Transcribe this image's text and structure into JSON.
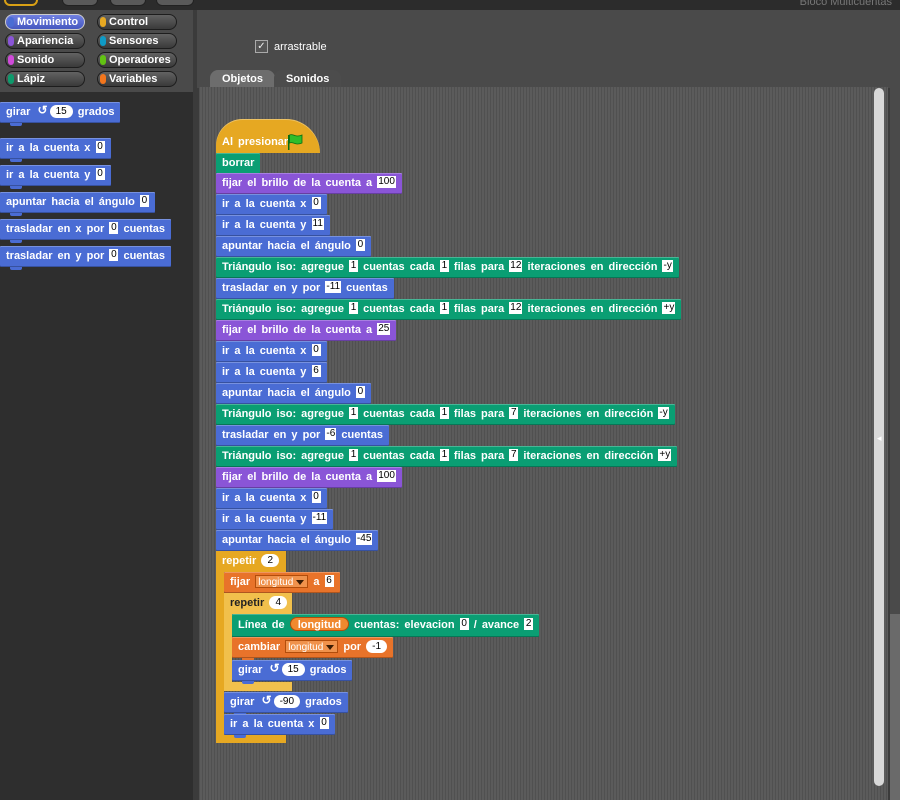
{
  "categories": [
    {
      "label": "Movimiento",
      "color": "#4a6cd4",
      "selected": true
    },
    {
      "label": "Control",
      "color": "#e6a822",
      "selected": false
    },
    {
      "label": "Apariencia",
      "color": "#8a55d7",
      "selected": false
    },
    {
      "label": "Sensores",
      "color": "#0e9ac6",
      "selected": false
    },
    {
      "label": "Sonido",
      "color": "#cf4ad9",
      "selected": false
    },
    {
      "label": "Operadores",
      "color": "#62c213",
      "selected": false
    },
    {
      "label": "Lápiz",
      "color": "#0e9a6c",
      "selected": false
    },
    {
      "label": "Variables",
      "color": "#f3761d",
      "selected": false
    }
  ],
  "palette_blocks": {
    "turn": {
      "pre": "girar",
      "val": "15",
      "post": "grados"
    },
    "goto_x": {
      "pre": "ir a la cuenta x",
      "val": "0"
    },
    "goto_y": {
      "pre": "ir a la cuenta y",
      "val": "0"
    },
    "point": {
      "pre": "apuntar hacia el ángulo",
      "val": "0"
    },
    "move_x": {
      "pre": "trasladar en x por",
      "val": "0",
      "post": "cuentas"
    },
    "move_y": {
      "pre": "trasladar en y por",
      "val": "0",
      "post": "cuentas"
    }
  },
  "sprite": {
    "draggable_label": "arrastrable",
    "draggable_checked": "✓"
  },
  "tabs": {
    "objects": "Objetos",
    "sounds": "Sonidos"
  },
  "top": {
    "title": "Bloco Multicuentas"
  },
  "script": {
    "hat": "Al presionar",
    "clear": "borrar",
    "w": {
      "brightness": "fijar el brillo de la cuenta a",
      "goto_x": "ir a la cuenta x",
      "goto_y": "ir a la cuenta y",
      "point": "apuntar hacia el ángulo",
      "tri_a": "Triángulo iso: agregue",
      "tri_b": "cuentas cada",
      "tri_c": "filas para",
      "tri_d": "iteraciones en dirección",
      "move_y": "trasladar en y por",
      "cuentas": "cuentas",
      "repeat": "repetir",
      "set": "fijar",
      "a": "a",
      "line": "Línea de",
      "line_b": "cuentas: elevacion",
      "slash": "/",
      "advance": "avance",
      "change": "cambiar",
      "by": "por",
      "turn": "girar",
      "degrees": "grados"
    },
    "v": {
      "b1": "100",
      "gx1": "0",
      "gy1": "11",
      "p1": "0",
      "t1": [
        "1",
        "1",
        "12",
        "-y"
      ],
      "my1": "-11",
      "t2": [
        "1",
        "1",
        "12",
        "+y"
      ],
      "b2": "25",
      "gx2": "0",
      "gy2": "6",
      "p2": "0",
      "t3": [
        "1",
        "1",
        "7",
        "-y"
      ],
      "my2": "-6",
      "t4": [
        "1",
        "1",
        "7",
        "+y"
      ],
      "b3": "100",
      "gx3": "0",
      "gy3": "-11",
      "p3": "-45",
      "rep1": "2",
      "var": "longitud",
      "set_val": "6",
      "rep2": "4",
      "elev": "0",
      "adv": "2",
      "chg": "-1",
      "turn1": "15",
      "turn2": "-90",
      "gx4": "0"
    }
  }
}
